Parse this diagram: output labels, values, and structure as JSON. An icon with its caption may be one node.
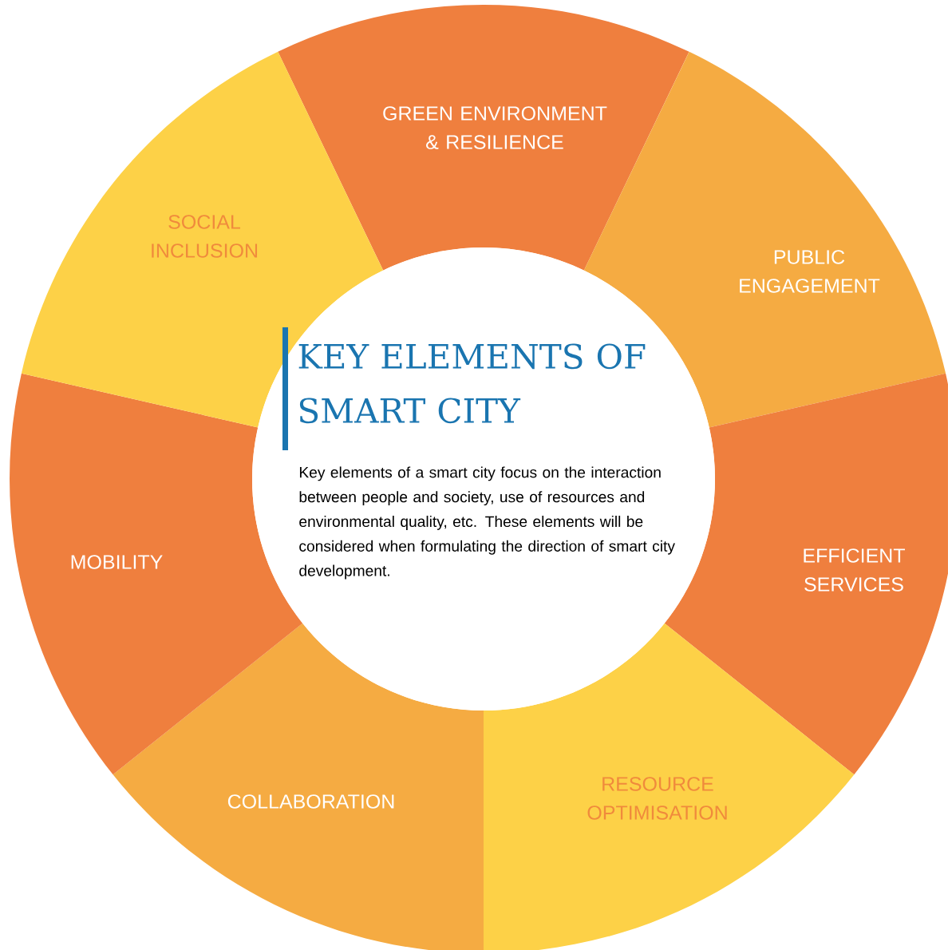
{
  "diagram": {
    "nodes": [
      {
        "text": [
          "GREEN ENVIRONMENT & RESILIENCE"
        ]
      },
      {
        "text": [
          "PUBLIC ENGAGEMENT"
        ]
      },
      {
        "text": [
          "EFFICIENT SERVICES"
        ]
      },
      {
        "text": [
          "RESOURCE OPTIMISATION"
        ]
      },
      {
        "text": [
          "COLLABORATION"
        ]
      },
      {
        "text": [
          "MOBILITY"
        ]
      },
      {
        "text": [
          "SOCIAL INCLUSION"
        ]
      },
      {
        "text": [
          "KEY ELEMENTS OF SMART CITY",
          "Key elements of a smart city focus on the interaction between people and society, use of resources and environmental quality, etc. These elements will be considered when formulating the direction of smart city development."
        ]
      }
    ]
  }
}
